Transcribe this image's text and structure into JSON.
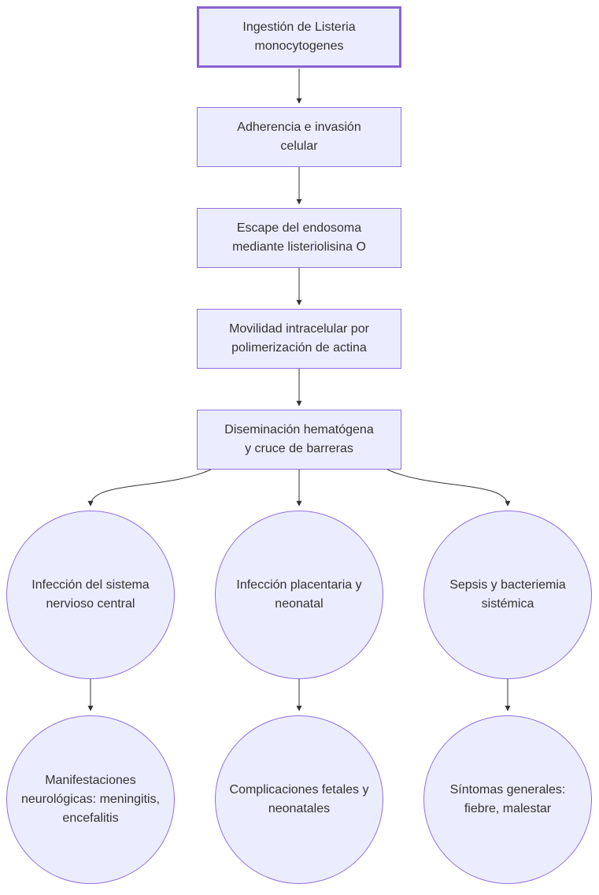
{
  "diagram": {
    "type": "flowchart",
    "direction": "top-down",
    "topic": "Patogénesis de Listeria monocytogenes",
    "colors": {
      "node_fill": "#ECECFF",
      "node_border": "#9370DB",
      "start_node_border": "#8A63D2",
      "edge": "#333333",
      "text": "#333333",
      "background": "#FFFFFF"
    },
    "nodes": [
      {
        "id": "ingestion",
        "shape": "rectangle",
        "emphasis": "bold-border",
        "label": "Ingestión de Listeria monocytogenes",
        "lines": [
          "Ingestión de Listeria",
          "monocytogenes"
        ]
      },
      {
        "id": "adherencia",
        "shape": "rectangle",
        "label": "Adherencia e invasión celular",
        "lines": [
          "Adherencia e invasión",
          "celular"
        ]
      },
      {
        "id": "escape",
        "shape": "rectangle",
        "label": "Escape del endosoma mediante listeriolisina O",
        "lines": [
          "Escape del endosoma",
          "mediante listeriolisina O"
        ]
      },
      {
        "id": "movilidad",
        "shape": "rectangle",
        "label": "Movilidad intracelular por polimerización de actina",
        "lines": [
          "Movilidad intracelular por",
          "polimerización de actina"
        ]
      },
      {
        "id": "diseminacion",
        "shape": "rectangle",
        "label": "Diseminación hematógena y cruce de barreras",
        "lines": [
          "Diseminación hematógena",
          "y cruce de barreras"
        ]
      },
      {
        "id": "snc",
        "shape": "circle",
        "label": "Infección del sistema nervioso central",
        "lines": [
          "Infección del sistema",
          "nervioso central"
        ]
      },
      {
        "id": "placentaria",
        "shape": "circle",
        "label": "Infección placentaria y neonatal",
        "lines": [
          "Infección placentaria y",
          "neonatal"
        ]
      },
      {
        "id": "sepsis",
        "shape": "circle",
        "label": "Sepsis y bacteriemia sistémica",
        "lines": [
          "Sepsis y bacteriemia",
          "sistémica"
        ]
      },
      {
        "id": "neurologicas",
        "shape": "circle",
        "label": "Manifestaciones neurológicas: meningitis, encefalitis",
        "lines": [
          "Manifestaciones",
          "neurológicas: meningitis,",
          "encefalitis"
        ]
      },
      {
        "id": "fetales",
        "shape": "circle",
        "label": "Complicaciones fetales y neonatales",
        "lines": [
          "Complicaciones fetales y",
          "neonatales"
        ]
      },
      {
        "id": "sintomas",
        "shape": "circle",
        "label": "Síntomas generales: fiebre, malestar",
        "lines": [
          "Síntomas generales:",
          "fiebre, malestar"
        ]
      }
    ],
    "edges": [
      {
        "from": "ingestion",
        "to": "adherencia"
      },
      {
        "from": "adherencia",
        "to": "escape"
      },
      {
        "from": "escape",
        "to": "movilidad"
      },
      {
        "from": "movilidad",
        "to": "diseminacion"
      },
      {
        "from": "diseminacion",
        "to": "snc"
      },
      {
        "from": "diseminacion",
        "to": "placentaria"
      },
      {
        "from": "diseminacion",
        "to": "sepsis"
      },
      {
        "from": "snc",
        "to": "neurologicas"
      },
      {
        "from": "placentaria",
        "to": "fetales"
      },
      {
        "from": "sepsis",
        "to": "sintomas"
      }
    ]
  }
}
